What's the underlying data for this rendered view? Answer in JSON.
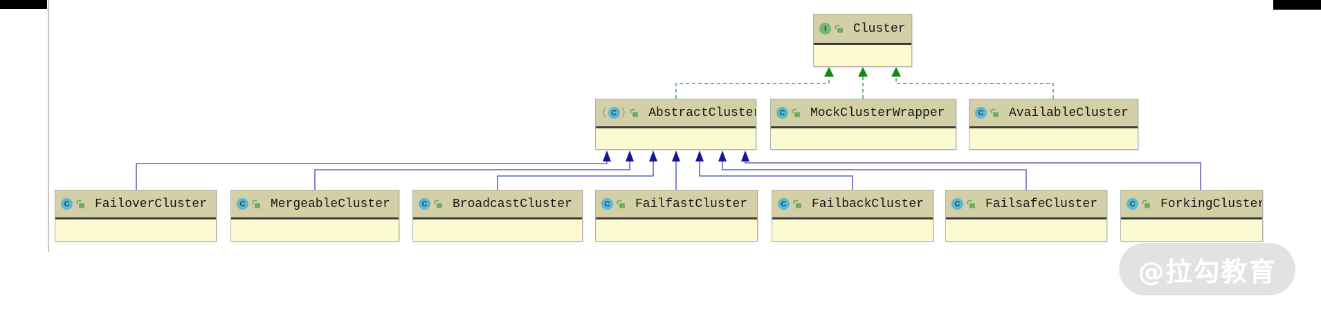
{
  "diagram": {
    "icon_letters": {
      "interface": "I",
      "class": "C"
    },
    "nodes": [
      {
        "id": "cluster",
        "label": "Cluster",
        "kind": "interface"
      },
      {
        "id": "abstract-cluster",
        "label": "AbstractCluster",
        "kind": "abstract-class"
      },
      {
        "id": "mock-cluster-wrapper",
        "label": "MockClusterWrapper",
        "kind": "class"
      },
      {
        "id": "available-cluster",
        "label": "AvailableCluster",
        "kind": "class"
      },
      {
        "id": "failover-cluster",
        "label": "FailoverCluster",
        "kind": "class"
      },
      {
        "id": "mergeable-cluster",
        "label": "MergeableCluster",
        "kind": "class"
      },
      {
        "id": "broadcast-cluster",
        "label": "BroadcastCluster",
        "kind": "class"
      },
      {
        "id": "failfast-cluster",
        "label": "FailfastCluster",
        "kind": "class"
      },
      {
        "id": "failback-cluster",
        "label": "FailbackCluster",
        "kind": "class"
      },
      {
        "id": "failsafe-cluster",
        "label": "FailsafeCluster",
        "kind": "class"
      },
      {
        "id": "forking-cluster",
        "label": "ForkingCluster",
        "kind": "class"
      }
    ]
  },
  "watermark": {
    "text": "@拉勾教育"
  },
  "theme": {
    "node_title_bg": "#d3cfa6",
    "node_body_bg": "#fbfad0",
    "node_border": "#b0afa4",
    "node_separator": "#3c3c3c",
    "interface_icon_bg": "#74b874",
    "class_icon_bg": "#5fb6d2",
    "lock_green": "#6cae5e",
    "implements_green": "#3aa63a",
    "implements_arrow": "#128a12",
    "extends_blue": "#3e44aa",
    "extends_arrow": "#16169b"
  }
}
